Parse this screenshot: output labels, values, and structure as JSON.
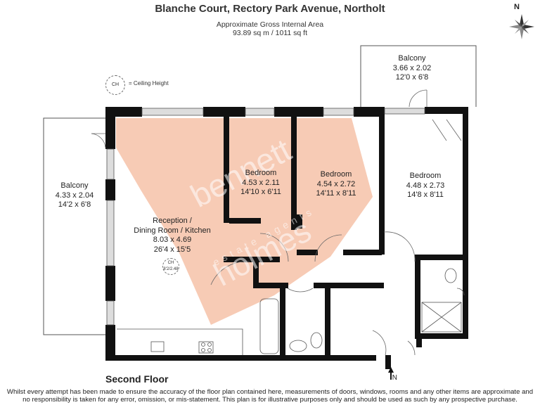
{
  "header": {
    "title": "Blanche Court, Rectory Park Avenue, Northolt",
    "area_caption": "Approximate Gross Internal Area",
    "area_value": "93.89 sq m / 1011 sq ft"
  },
  "compass": {
    "north_label": "N"
  },
  "legend": {
    "ch_abbrev": "CH",
    "ch_meaning": "= Ceiling Height"
  },
  "rooms": {
    "balcony_top": {
      "name": "Balcony",
      "metric": "3.66 x 2.02",
      "imperial": "12'0 x 6'8"
    },
    "balcony_left": {
      "name": "Balcony",
      "metric": "4.33 x 2.04",
      "imperial": "14'2 x 6'8"
    },
    "bedroom_1": {
      "name": "Bedroom",
      "metric": "4.53 x 2.11",
      "imperial": "14'10 x 6'11"
    },
    "bedroom_2": {
      "name": "Bedroom",
      "metric": "4.54 x 2.72",
      "imperial": "14'11 x 8'11"
    },
    "bedroom_3": {
      "name": "Bedroom",
      "metric": "4.48 x 2.73",
      "imperial": "14'8 x 8'11"
    },
    "reception": {
      "name_line1": "Reception /",
      "name_line2": "Dining Room / Kitchen",
      "metric": "8.03 x 4.69",
      "imperial": "26'4 x 15'5"
    }
  },
  "ceiling_marker": {
    "abbrev": "CH",
    "value": "8'2/2.48"
  },
  "entrance": {
    "label": "IN"
  },
  "floor": {
    "label": "Second Floor"
  },
  "watermark": {
    "line1": "bennett",
    "line2": "estate agents",
    "line3": "holmes"
  },
  "disclaimer": {
    "line1": "Whilst every attempt has been made to ensure the accuracy of the floor plan contained here, measurements of doors, windows, rooms and any other items are approximate and",
    "line2": "no responsibility is taken for any error, omission, or mis-statement. This plan is for illustrative purposes only and should be used as such by any prospective purchase."
  },
  "colors": {
    "wall": "#111111",
    "watermark_fill": "#f7cbb5",
    "window": "#d8d8d8"
  }
}
